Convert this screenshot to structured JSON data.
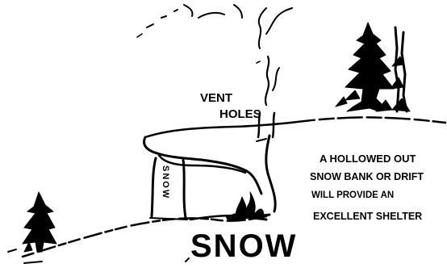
{
  "labels": {
    "vent_line1": "VENT",
    "vent_line2": "HOLES",
    "pillar_text": "SNOW",
    "ground_text": "SNOW",
    "caption": [
      "A HOLLOWED OUT",
      "SNOW BANK OR DRIFT",
      "WILL PROVIDE AN",
      "EXCELLENT SHELTER"
    ]
  },
  "colors": {
    "ink": "#000000",
    "paper": "#ffffff"
  },
  "icons": [
    "pine-tree-icon",
    "campfire-icon",
    "smoke-icon"
  ]
}
